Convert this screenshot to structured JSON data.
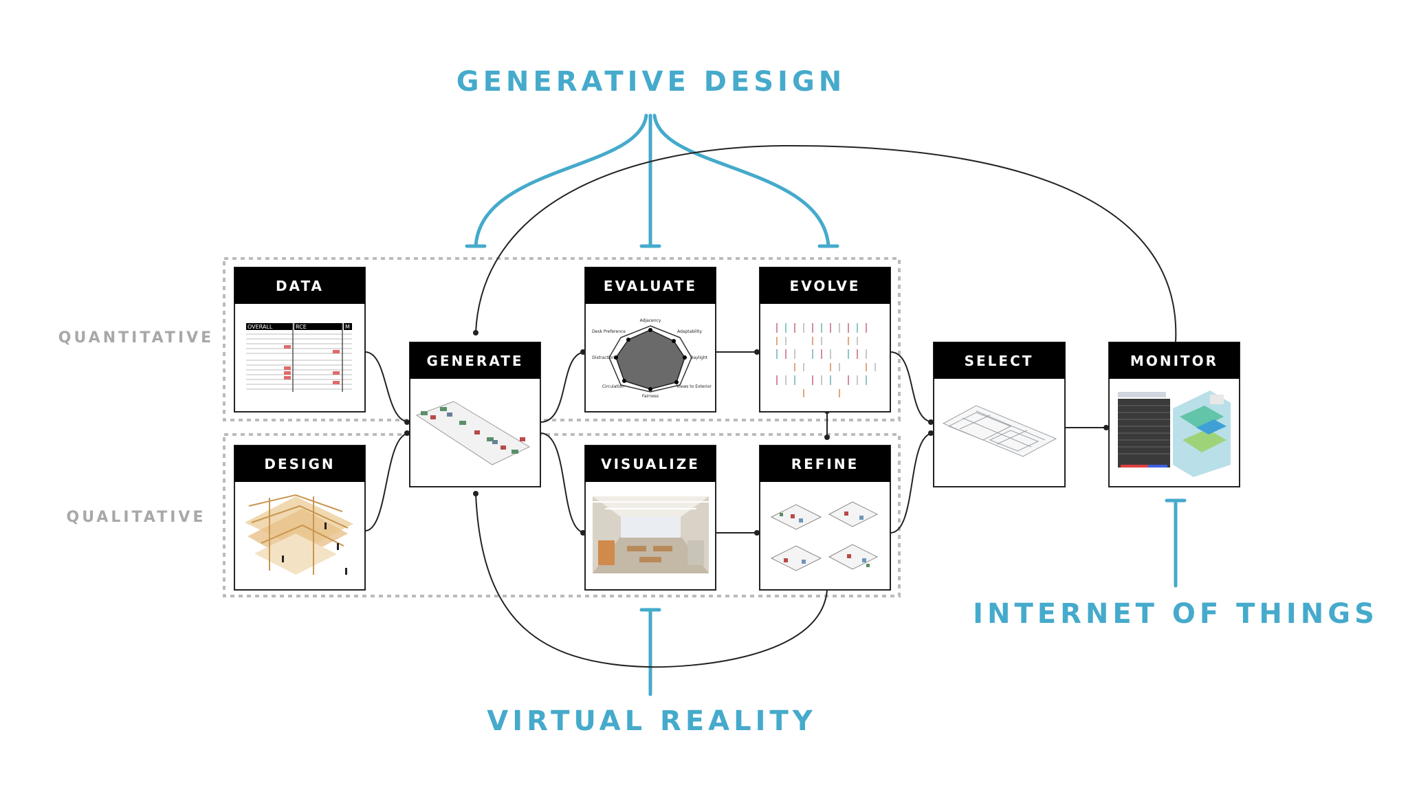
{
  "headings": {
    "generative_design": "GENERATIVE DESIGN",
    "virtual_reality": "VIRTUAL REALITY",
    "internet_of_things": "INTERNET OF THINGS"
  },
  "rows": {
    "quantitative": "QUANTITATIVE",
    "qualitative": "QUALITATIVE"
  },
  "nodes": {
    "data": "DATA",
    "design": "DESIGN",
    "generate": "GENERATE",
    "evaluate": "EVALUATE",
    "evolve": "EVOLVE",
    "visualize": "VISUALIZE",
    "refine": "REFINE",
    "select": "SELECT",
    "monitor": "MONITOR"
  },
  "radar_axes": [
    "Adjacency",
    "Adaptability",
    "Daylight",
    "Views to Exterior",
    "Fairness",
    "Circulation",
    "Distraction",
    "Desk Preference"
  ],
  "data_table_headers": [
    "OVERALL",
    "RCE",
    "M"
  ],
  "colors": {
    "accent": "#45aacb",
    "title_bar": "#000000",
    "side_label": "#a8a8a8",
    "connector": "#222222",
    "dashed_group": "#bbbbbb"
  }
}
